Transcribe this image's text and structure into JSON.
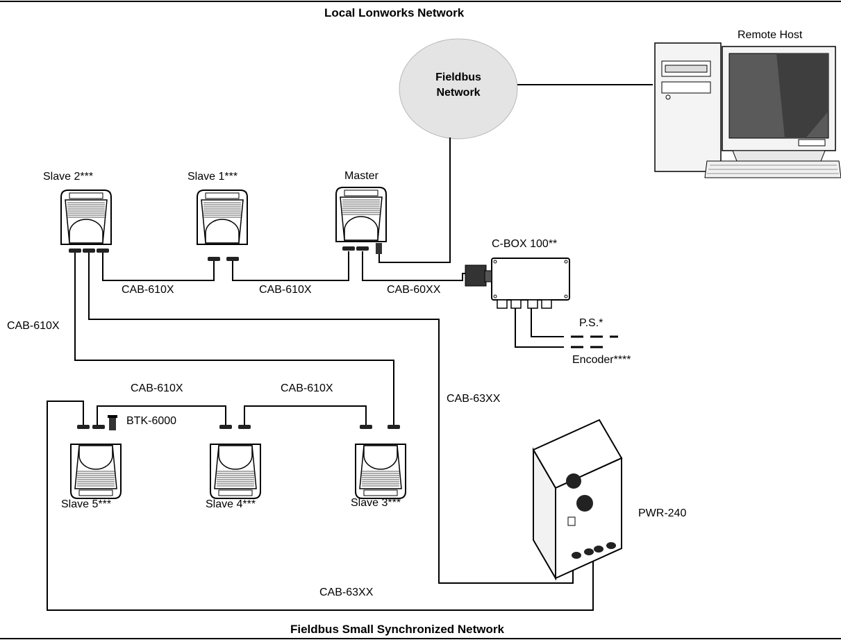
{
  "title": "Local Lonworks Network",
  "footer": "Fieldbus Small Synchronized Network",
  "cloud": {
    "line1": "Fieldbus",
    "line2": "Network"
  },
  "remote_host": "Remote Host",
  "devices": {
    "slave2": "Slave 2***",
    "slave1": "Slave 1***",
    "master": "Master",
    "slave5": "Slave 5***",
    "slave4": "Slave 4***",
    "slave3": "Slave 3***",
    "cbox": "C-BOX 100**",
    "pwr": "PWR-240",
    "btk": "BTK-6000"
  },
  "cables": {
    "c1": "CAB-610X",
    "c2": "CAB-610X",
    "c3": "CAB-60XX",
    "c4": "CAB-610X",
    "c5": "CAB-610X",
    "c6": "CAB-610X",
    "c7": "CAB-63XX",
    "c8": "CAB-63XX"
  },
  "ps": "P.S.*",
  "encoder": "Encoder****"
}
